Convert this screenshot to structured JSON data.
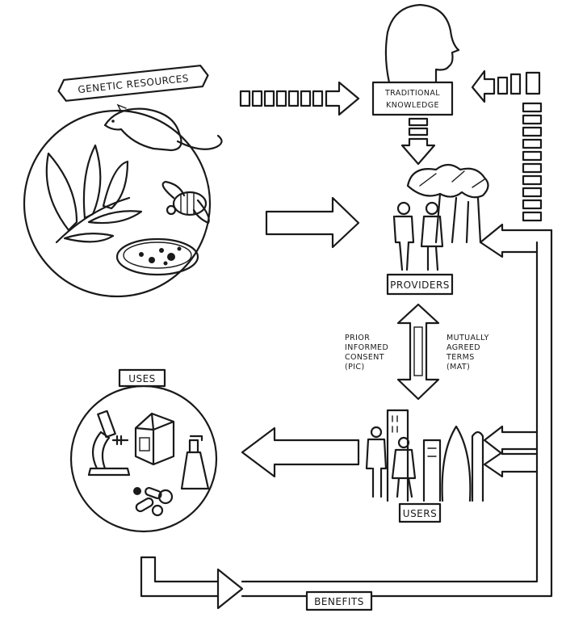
{
  "labels": {
    "genetic_resources": "GENETIC RESOURCES",
    "traditional_knowledge_line1": "TRADITIONAL",
    "traditional_knowledge_line2": "KNOWLEDGE",
    "providers": "PROVIDERS",
    "pic": [
      "PRIOR",
      "INFORMED",
      "CONSENT",
      "(PIC)"
    ],
    "mat": [
      "MUTUALLY",
      "AGREED",
      "TERMS",
      "(MAT)"
    ],
    "uses": "USES",
    "users": "USERS",
    "benefits": "BENEFITS"
  },
  "icons": [
    "rat",
    "leaf-branch",
    "bee",
    "petri-dish",
    "human-head",
    "trees",
    "people",
    "microscope",
    "carton",
    "spray-bottle",
    "pills",
    "city-buildings"
  ]
}
